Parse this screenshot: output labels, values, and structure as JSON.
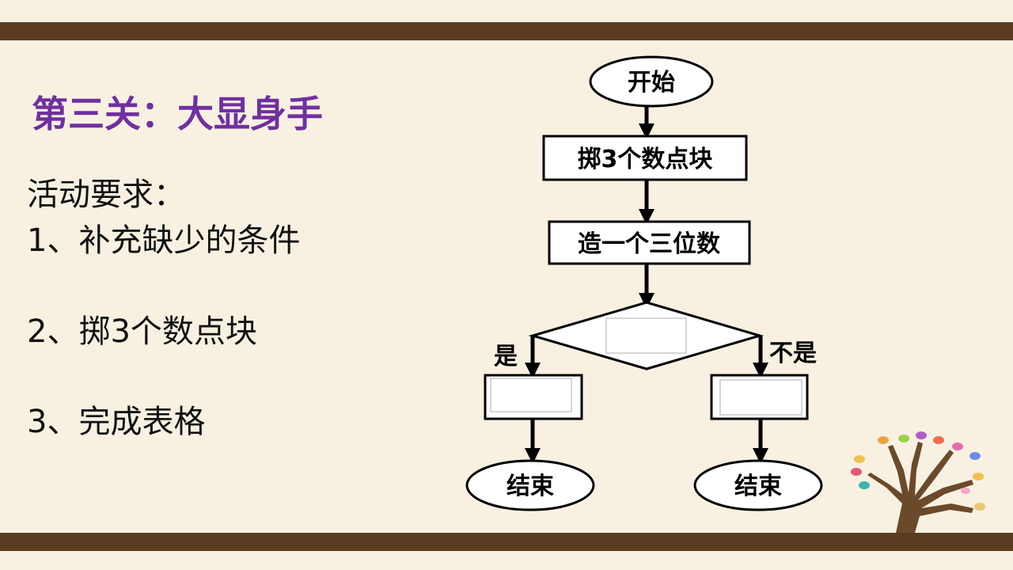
{
  "slide": {
    "title": "第三关：大显身手",
    "requirements_heading": "活动要求：",
    "requirements": [
      "1、补充缺少的条件",
      "2、掷3个数点块",
      "3、完成表格"
    ]
  },
  "flowchart": {
    "start": "开始",
    "step1": "掷3个数点块",
    "step2": "造一个三位数",
    "decision": "",
    "yes_label": "是",
    "no_label": "不是",
    "yes_box": "",
    "no_box": "",
    "end_left": "结束",
    "end_right": "结束"
  },
  "colors": {
    "background": "#f8f1e2",
    "band": "#5a3d21",
    "title": "#7030a0"
  }
}
